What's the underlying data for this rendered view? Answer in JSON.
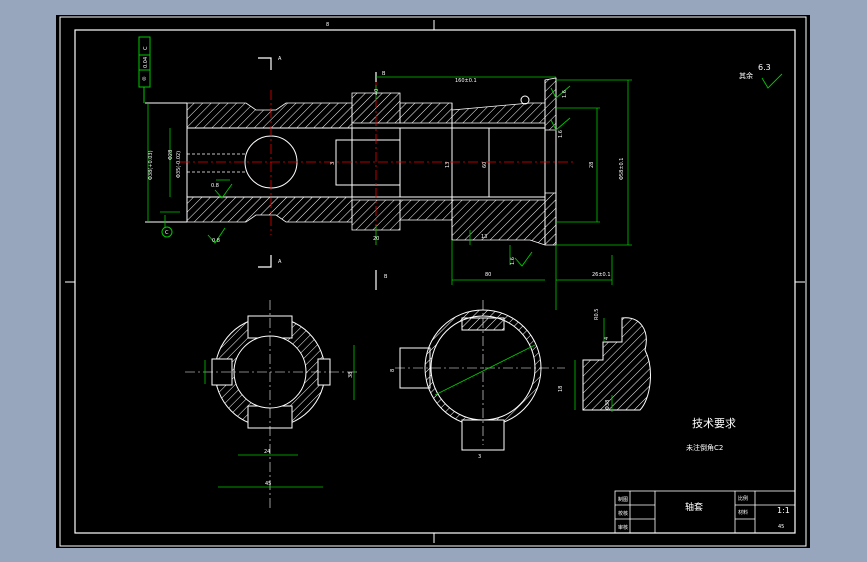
{
  "drawing": {
    "top_marks": [
      "8"
    ],
    "section_marks": {
      "a_top": "A",
      "a_bottom": "A",
      "b_top": "B",
      "b_bottom": "B"
    },
    "datum": "C",
    "roughness_general": {
      "label": "其余",
      "value": "6.3"
    },
    "roughness_marks": [
      "1.6",
      "1.6",
      "0.8",
      "0.8",
      "1.6"
    ],
    "tolerance_frame": {
      "symbol": "◎",
      "value": "0.04",
      "datum": "C"
    },
    "dimensions": {
      "top_length": "160±0.1",
      "overall_dia": "Φ58±0.1",
      "dia_28": "28",
      "bore_60": "60",
      "dim_13": "13",
      "dim_3": "3",
      "dim_40": "40",
      "dim_20": "20",
      "bottom_length": "80",
      "bottom_length_2": "26±0.1",
      "left_dia_a": "Φ38(+0.03)",
      "left_dia_b": "Φ35(-0.02)",
      "left_small": "Φ28",
      "section_a_width": "24",
      "section_a_dia": "45",
      "section_a_height": "38",
      "section_b_width": "8",
      "section_b_key": "3",
      "section_b_height": "16",
      "detail_r": "R0.5",
      "detail_w": "4",
      "detail_len": "18",
      "detail_dia": "Φ38"
    },
    "requirements": {
      "title": "技术要求",
      "item": "未注倒角C2"
    },
    "title_block": {
      "part_name": "轴套",
      "row_labels": [
        "制图",
        "校核",
        "审核"
      ],
      "right_labels": [
        "比例",
        "材料"
      ],
      "scale": "1:1",
      "material": "45"
    }
  },
  "colors": {
    "background": "#97a6bd",
    "sheet": "#000000",
    "line": "#ffffff",
    "dimension": "#00c800",
    "centerline": "#e60000"
  }
}
